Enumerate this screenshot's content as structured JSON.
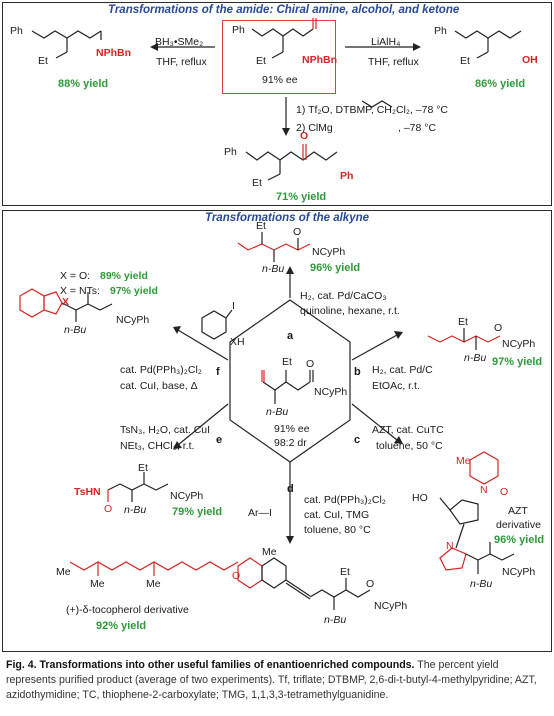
{
  "top": {
    "title": "Transformations of the amide: Chiral amine, alcohol, and ketone",
    "reagent_left_1": "BH₃•SMe₂",
    "reagent_left_2": "THF, reflux",
    "yield_left": "88% yield",
    "sm_ee": "91% ee",
    "reagent_right_1": "LiAlH₄",
    "reagent_right_2": "THF, reflux",
    "yield_right": "86% yield",
    "reagent_down_1": "1) Tf₂O, DTBMP, CH₂Cl₂, –78 °C",
    "reagent_down_2": "2) ClMg",
    "reagent_down_3": ", –78 °C",
    "yield_down": "71% yield",
    "ph": "Ph",
    "et": "Et",
    "nphbn": "NPhBn",
    "oh": "OH",
    "o": "O"
  },
  "bottom": {
    "title": "Transformations of the alkyne",
    "center_ee": "91% ee",
    "center_dr": "98:2 dr",
    "labels": {
      "a": "a",
      "b": "b",
      "c": "c",
      "d": "d",
      "e": "e",
      "f": "f"
    },
    "a_reagent_1": "H₂, cat. Pd/CaCO₃",
    "a_reagent_2": "quinoline, hexane, r.t.",
    "a_yield": "96% yield",
    "b_reagent_1": "H₂, cat. Pd/C",
    "b_reagent_2": "EtOAc, r.t.",
    "b_yield": "97% yield",
    "c_reagent_1": "AZT, cat. CuTC",
    "c_reagent_2": "toluene, 50 °C",
    "c_product_1": "AZT",
    "c_product_2": "derivative",
    "c_yield": "96% yield",
    "d_reagent_1": "cat. Pd(PPh₃)₂Cl₂",
    "d_reagent_2": "cat. CuI, TMG",
    "d_reagent_3": "toluene, 80 °C",
    "d_arl": "Ar—I",
    "d_product": "(+)-δ-tocopherol derivative",
    "d_yield": "92% yield",
    "e_reagent_1": "TsN₃, H₂O, cat. CuI",
    "e_reagent_2": "NEt₃, CHCl₃, r.t.",
    "e_yield": "79% yield",
    "e_tshn": "TsHN",
    "f_reagent_1": "cat. Pd(PPh₃)₂Cl₂",
    "f_reagent_2": "cat. CuI, base, Δ",
    "f_xh": "XH",
    "f_i": "I",
    "f_x_label": "X",
    "f_line1_a": "X = O: ",
    "f_line1_b": "89% yield",
    "f_line2_a": "X = NTs: ",
    "f_line2_b": "97% yield",
    "ncyph": "NCyPh",
    "nbu": "n-Bu",
    "et": "Et",
    "o": "O",
    "n": "N",
    "me": "Me",
    "ho": "HO"
  },
  "caption": {
    "bold": "Fig. 4. Transformations into other useful families of enantioenriched compounds.",
    "text": " The percent yield represents purified product (average of two experiments). Tf, triflate; DTBMP, 2,6-di-t-butyl-4-methylpyridine; AZT, azidothymidine; TC, thiophene-2-carboxylate; TMG, 1,1,3,3-tetramethylguanidine."
  }
}
